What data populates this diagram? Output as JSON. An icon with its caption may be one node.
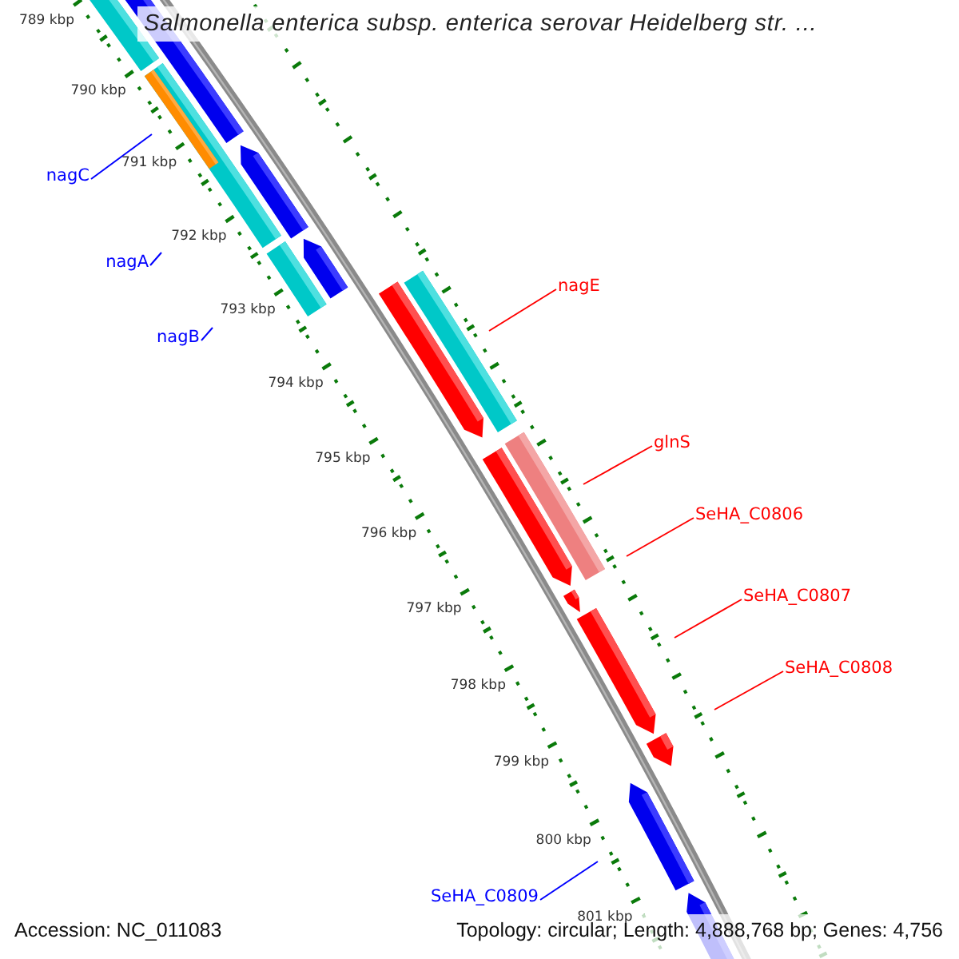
{
  "diagram": {
    "title": "Salmonella enterica subsp. enterica serovar Heidelberg str. ...",
    "nodes": [
      {
        "text": [
          "nagC"
        ]
      },
      {
        "text": [
          "nagA"
        ]
      },
      {
        "text": [
          "nagB"
        ]
      },
      {
        "text": [
          "nagE"
        ]
      },
      {
        "text": [
          "glnS"
        ]
      },
      {
        "text": [
          "SeHA_C0806"
        ]
      },
      {
        "text": [
          "SeHA_C0807"
        ]
      },
      {
        "text": [
          "SeHA_C0808"
        ]
      },
      {
        "text": [
          "SeHA_C0809"
        ]
      }
    ],
    "edges": [
      {
        "from": 0,
        "to": null,
        "arrow": "none",
        "color": "#0000ff"
      },
      {
        "from": 1,
        "to": null,
        "arrow": "none",
        "color": "#0000ff"
      },
      {
        "from": 2,
        "to": null,
        "arrow": "none",
        "color": "#0000ff"
      },
      {
        "from": 3,
        "to": null,
        "arrow": "none"
      },
      {
        "from": 4,
        "to": null,
        "arrow": "none"
      },
      {
        "from": 5,
        "to": null,
        "arrow": "none"
      },
      {
        "from": 6,
        "to": null,
        "arrow": "none"
      },
      {
        "from": 7,
        "to": null,
        "arrow": "none"
      },
      {
        "from": 8,
        "to": null,
        "arrow": "none",
        "color": "#0000ff"
      }
    ],
    "labels": [
      "789 kbp",
      "790 kbp",
      "791 kbp",
      "792 kbp",
      "793 kbp",
      "794 kbp",
      "795 kbp",
      "796 kbp",
      "797 kbp",
      "798 kbp",
      "799 kbp",
      "800 kbp",
      "801 kbp",
      "Accession: NC_011083",
      "Topology: circular; Length: 4,888,768 bp; Genes: 4,756"
    ]
  }
}
